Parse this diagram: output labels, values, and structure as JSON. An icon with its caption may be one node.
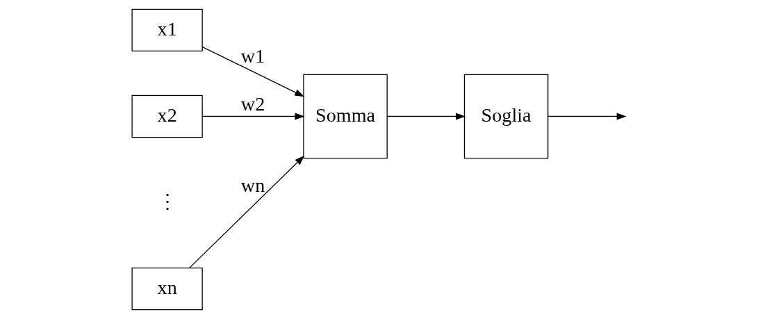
{
  "diagram": {
    "nodes": [
      {
        "text": [
          "x1"
        ]
      },
      {
        "text": [
          "x2"
        ]
      },
      {
        "text": [
          "xn"
        ]
      },
      {
        "text": [
          "Somma"
        ]
      },
      {
        "text": [
          "Soglia"
        ]
      }
    ],
    "edges": [
      {
        "from": 0,
        "to": 3,
        "arrow": "to",
        "label": "w1"
      },
      {
        "from": 1,
        "to": 3,
        "arrow": "to",
        "label": "w2"
      },
      {
        "from": 2,
        "to": 3,
        "arrow": "to",
        "label": "wn"
      },
      {
        "from": 3,
        "to": 4,
        "arrow": "to"
      },
      {
        "from": 4,
        "to": null,
        "arrow": "to"
      }
    ],
    "labels": [
      "⋮"
    ]
  }
}
